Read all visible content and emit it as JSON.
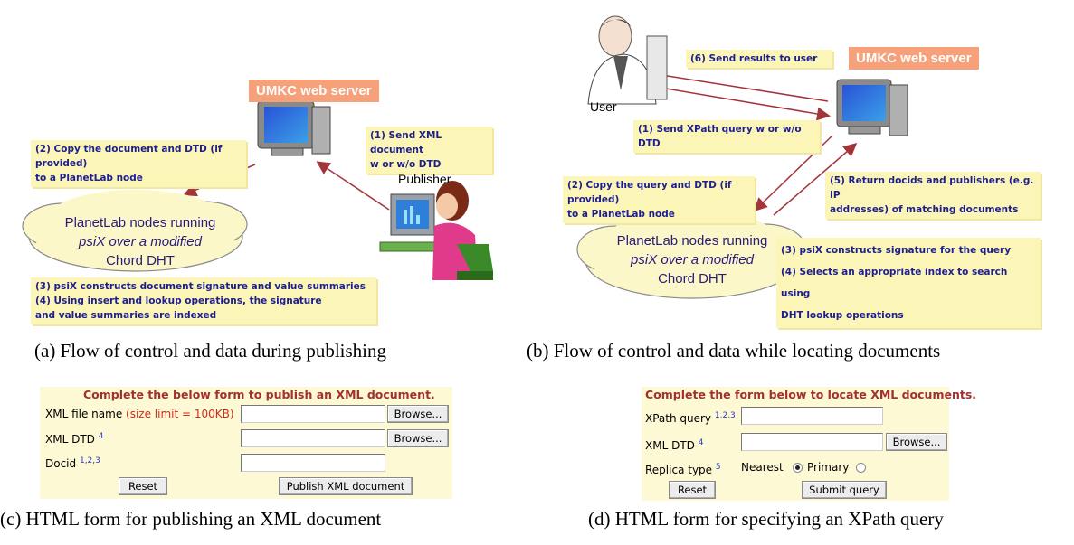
{
  "panel_a": {
    "server_label": "UMKC web server",
    "note_copy_line1": "(2) Copy the document and DTD (if provided)",
    "note_copy_line2": "to a PlanetLab node",
    "note_send_line1": "(1) Send XML document",
    "note_send_line2": "w or w/o DTD",
    "publisher_label": "Publisher",
    "cloud_line1": "PlanetLab nodes running",
    "cloud_line2": "psiX over a modified",
    "cloud_line3": "Chord DHT",
    "note_index_line1": "(3) psiX constructs document signature and value summaries",
    "note_index_line2": "(4) Using insert and lookup operations, the signature",
    "note_index_line3": "and value summaries are indexed",
    "caption": "(a) Flow of control and data during publishing"
  },
  "panel_b": {
    "server_label": "UMKC web server",
    "user_label": "User",
    "note_results": "(6) Send results to user",
    "note_query": "(1) Send XPath query w or w/o DTD",
    "note_copy_line1": "(2) Copy the query and DTD (if provided)",
    "note_copy_line2": "to a PlanetLab node",
    "note_return_line1": "(5) Return docids and publishers (e.g. IP",
    "note_return_line2": "addresses) of matching documents",
    "cloud_line1": "PlanetLab nodes running",
    "cloud_line2": "psiX over a modified",
    "cloud_line3": "Chord DHT",
    "note_sig_line1": "(3) psiX constructs signature for the query",
    "note_sig_line2": "(4) Selects an appropriate index to search using",
    "note_sig_line3": "DHT lookup operations",
    "caption": "(b) Flow of control and data while locating documents"
  },
  "panel_c": {
    "heading": "Complete the below form to publish an XML document.",
    "file_label": "XML file name",
    "file_limit": "(size limit = 100KB)",
    "dtd_label": "XML DTD",
    "dtd_sup": "4",
    "docid_label": "Docid",
    "docid_sup": "1,2,3",
    "browse": "Browse...",
    "reset": "Reset",
    "submit": "Publish XML document",
    "caption": "(c) HTML form for publishing an XML document"
  },
  "panel_d": {
    "heading": "Complete the form below to locate XML documents.",
    "xpath_label": "XPath query",
    "xpath_sup": "1,2,3",
    "dtd_label": "XML DTD",
    "dtd_sup": "4",
    "replica_label": "Replica type",
    "replica_sup": "5",
    "option_nearest": "Nearest",
    "option_primary": "Primary",
    "selected_option": "Nearest",
    "browse": "Browse...",
    "reset": "Reset",
    "submit": "Submit query",
    "caption": "(d) HTML form for specifying an XPath query"
  },
  "colors": {
    "note_bg": "#fbf6b8",
    "note_text": "#1e1e8c",
    "arrow": "#a3343a",
    "server_bg": "#f7a17a",
    "form_bg": "#fcf9d4"
  }
}
